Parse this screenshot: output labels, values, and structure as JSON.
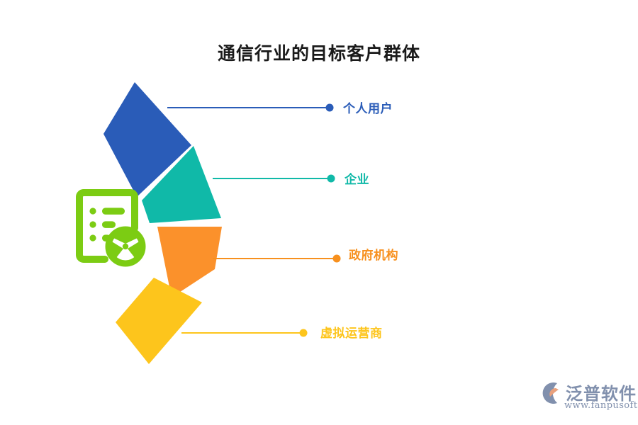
{
  "page": {
    "title": "通信行业的目标客户群体",
    "background": "#ffffff"
  },
  "diagram": {
    "type": "curved-segment-list",
    "center_icon": {
      "name": "document-steering-wheel-icon",
      "color": "#7CCC13"
    },
    "segments": [
      {
        "index": 1,
        "label": "个人用户",
        "color": "#2A5CB8",
        "connector_color": "#2A5CB8",
        "dot_color": "#2A5CB8"
      },
      {
        "index": 2,
        "label": "企业",
        "color": "#10B9A8",
        "connector_color": "#10B9A8",
        "dot_color": "#10B9A8"
      },
      {
        "index": 3,
        "label": "政府机构",
        "color": "#FB912B",
        "connector_color": "#F7901E",
        "dot_color": "#F7901E"
      },
      {
        "index": 4,
        "label": "虚拟运营商",
        "color": "#FDC51C",
        "connector_color": "#FDC51C",
        "dot_color": "#FDC51C"
      }
    ]
  },
  "brand": {
    "name": "泛普软件",
    "url": "www.fanpusoft.com",
    "text_color": "#8190ad",
    "mark_accent_color": "#e8a07c"
  }
}
